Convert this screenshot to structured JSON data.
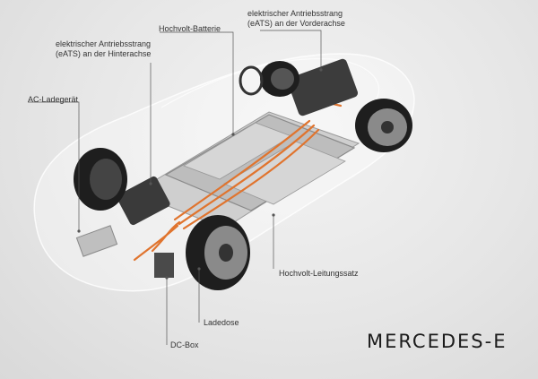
{
  "labels": {
    "rear_eats": [
      "elektrischer Antriebsstrang",
      "(eATS) an der Hinterachse"
    ],
    "battery": [
      "Hochvolt-Batterie"
    ],
    "front_eats": [
      "elektrischer Antriebsstrang",
      "(eATS) an der Vorderachse"
    ],
    "ac_charger": [
      "AC-Ladegerät"
    ],
    "hv_harness": [
      "Hochvolt-Leitungssatz"
    ],
    "charge_socket": [
      "Ladedose"
    ],
    "dc_box": [
      "DC-Box"
    ]
  },
  "brand": "MERCEDES-E",
  "colors": {
    "background": "#e8e8e8",
    "cable": "#e0742e",
    "leader": "#555555",
    "text": "#333333"
  }
}
